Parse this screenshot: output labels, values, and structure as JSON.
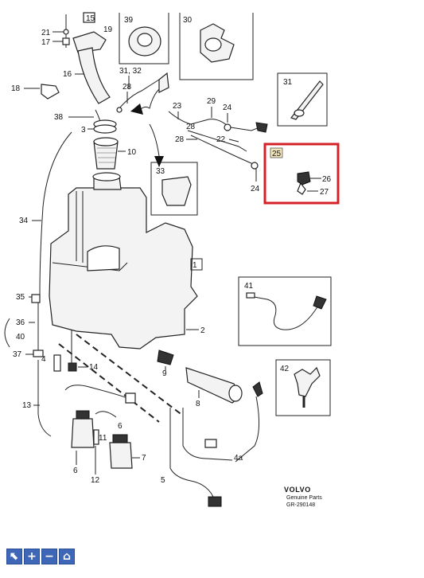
{
  "diagram": {
    "labels": {
      "l15": "15",
      "l19": "19",
      "l21": "21",
      "l17": "17",
      "l16": "16",
      "l18": "18",
      "l38": "38",
      "l3": "3",
      "l10": "10",
      "l39": "39",
      "l30": "30",
      "l3132": "31, 32",
      "l28a": "28",
      "l23": "23",
      "l29": "29",
      "l24a": "24",
      "l22": "22",
      "l28b": "28",
      "l25": "25",
      "l26": "26",
      "l24b": "24",
      "l27": "27",
      "l31": "31",
      "l33": "33",
      "l34": "34",
      "l1": "1",
      "l35": "35",
      "l36": "36",
      "l40": "40",
      "l37": "37",
      "l4": "4",
      "l14": "14",
      "l9": "9",
      "l2": "2",
      "l8": "8",
      "l41": "41",
      "l42": "42",
      "l13": "13",
      "l6a": "6",
      "l11": "11",
      "l6b": "6",
      "l7": "7",
      "l12": "12",
      "l4a": "4a",
      "l5": "5"
    },
    "brand": "VOLVO",
    "brand_sub": "Genuine Parts",
    "ref_code": "GR-290148",
    "highlight_color": "#d42027"
  },
  "toolbar": {
    "select_glyph": "⬉",
    "plus_glyph": "+",
    "minus_glyph": "−",
    "home_glyph": "⌂"
  }
}
